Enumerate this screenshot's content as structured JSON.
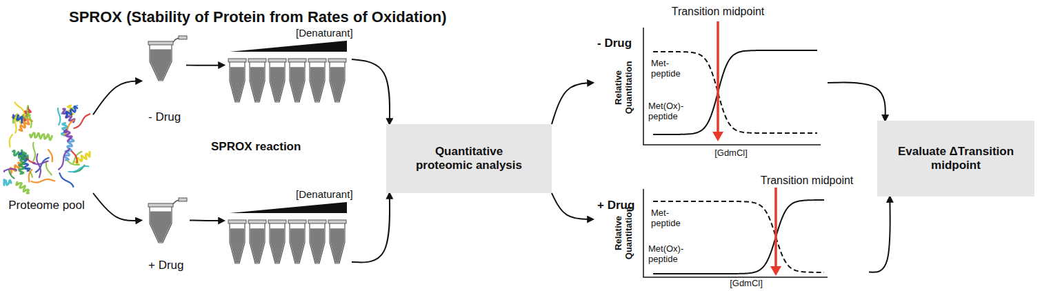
{
  "diagram": {
    "title": "SPROX (Stability of Protein from Rates of Oxidation)",
    "nodes": [
      {
        "text": [
          "Proteome pool"
        ]
      },
      {
        "text": [
          "- Drug"
        ]
      },
      {
        "text": [
          "+ Drug"
        ]
      },
      {
        "text": [
          "[Denaturant]"
        ]
      },
      {
        "text": [
          "[Denaturant]"
        ]
      },
      {
        "text": [
          "Quantitative proteomic analysis"
        ]
      },
      {
        "text": [
          "- Drug",
          "Transition midpoint",
          "Met- peptide",
          "Met(Ox)- peptide",
          "Relative Quantitation",
          "[GdmCl]"
        ]
      },
      {
        "text": [
          "+ Drug",
          "Transition midpoint",
          "Met- peptide",
          "Met(Ox)- peptide",
          "Relative Quantitation",
          "[GdmCl]"
        ]
      },
      {
        "text": [
          "Evaluate ΔTransition midpoint"
        ]
      }
    ],
    "edges": [
      {
        "from": 0,
        "to": 1,
        "arrow": "to"
      },
      {
        "from": 0,
        "to": 2,
        "arrow": "to"
      },
      {
        "from": 1,
        "to": 3,
        "arrow": "to"
      },
      {
        "from": 2,
        "to": 4,
        "arrow": "to"
      },
      {
        "from": 3,
        "to": 5,
        "arrow": "to"
      },
      {
        "from": 4,
        "to": 5,
        "arrow": "to"
      },
      {
        "from": 5,
        "to": 6,
        "arrow": "to"
      },
      {
        "from": 5,
        "to": 7,
        "arrow": "to"
      },
      {
        "from": 6,
        "to": 8,
        "arrow": "to"
      },
      {
        "from": 7,
        "to": 8,
        "arrow": "to"
      }
    ],
    "labels": [
      "SPROX reaction"
    ]
  }
}
